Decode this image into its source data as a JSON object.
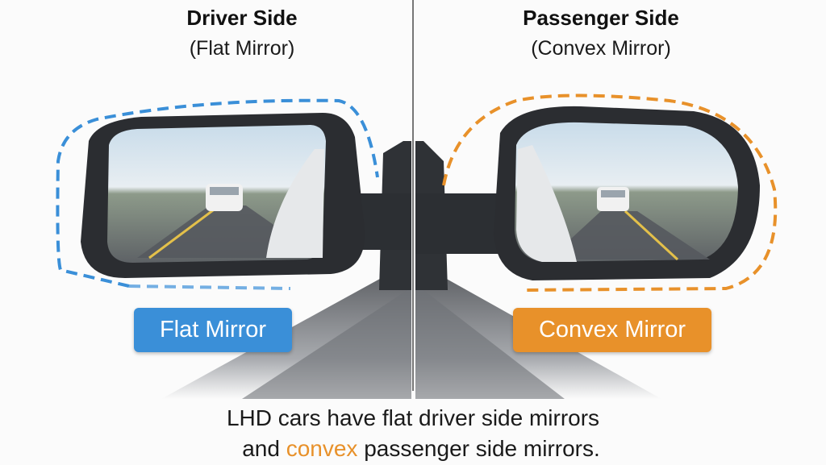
{
  "left_panel": {
    "title": "Driver Side",
    "subtitle": "(Flat Mirror)",
    "badge": "Flat Mirror",
    "accent_color": "#3a8fd8",
    "mirror_type": "flat"
  },
  "right_panel": {
    "title": "Passenger Side",
    "subtitle": "(Convex Mirror)",
    "badge": "Convex Mirror",
    "accent_color": "#e8912a",
    "mirror_type": "convex"
  },
  "caption": {
    "line1": "LHD cars have flat driver side mirrors",
    "line2_prefix": "and ",
    "line2_highlight": "convex",
    "line2_suffix": " passenger side mirrors.",
    "highlight_color": "#e8912a"
  }
}
